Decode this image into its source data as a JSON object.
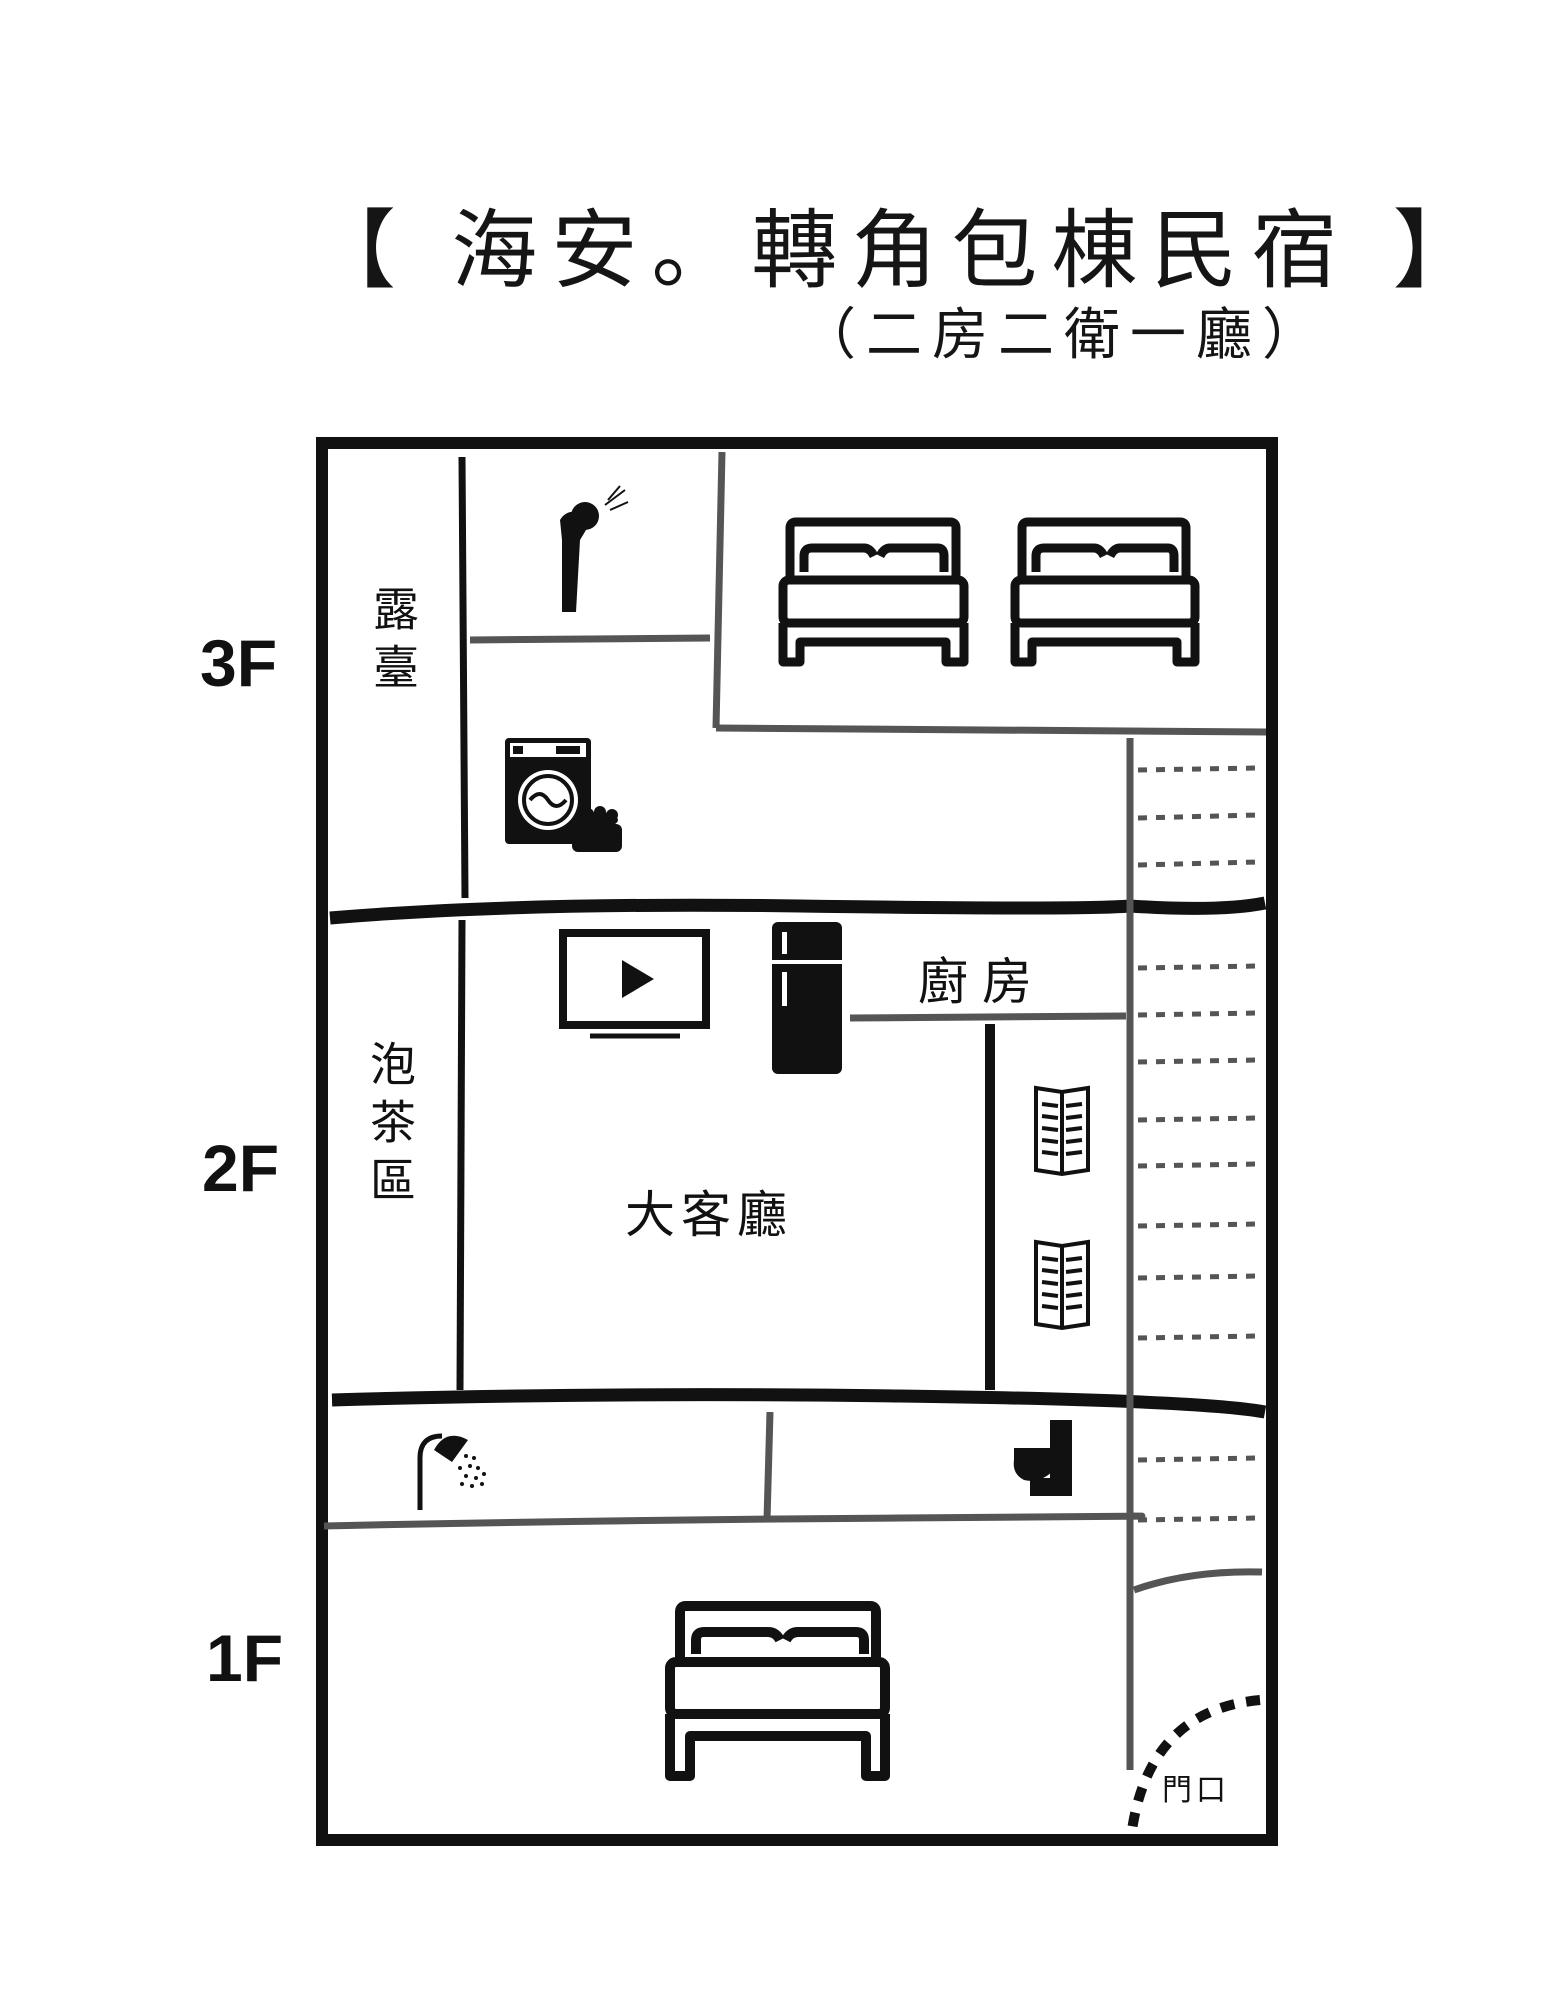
{
  "title": "【 海安。轉角包棟民宿 】",
  "subtitle": "（二房二衛一廳）",
  "floors": {
    "f3": "3F",
    "f2": "2F",
    "f1": "1F"
  },
  "rooms": {
    "balcony": "露臺",
    "tea_area": "泡茶區",
    "living_room": "大客廳",
    "kitchen": "廚房",
    "entrance": "門口"
  },
  "icons": [
    "double-bed-icon",
    "washstand-person-icon",
    "washing-machine-icon",
    "tv-icon",
    "refrigerator-icon",
    "bookshelf-icon",
    "shower-icon",
    "toilet-icon",
    "stairs-icon",
    "door-arc-icon"
  ],
  "colors": {
    "wall_outer": "#111111",
    "wall_inner": "#555555",
    "background": "#ffffff"
  }
}
